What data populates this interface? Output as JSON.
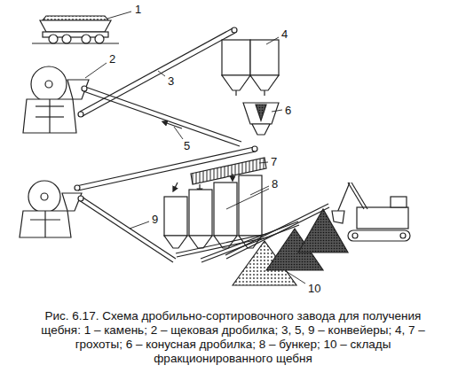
{
  "diagram": {
    "caption": "Рис. 6.17. Схема дробильно-сортировочного завода для получения щебня: 1 – камень; 2 – щековая дробилка; 3, 5, 9 – конвейеры; 4, 7 – грохоты; 6 – конусная дробилка; 8 – бункер; 10 – склады фракционированного щебня",
    "labels": [
      "1",
      "2",
      "3",
      "4",
      "5",
      "6",
      "7",
      "8",
      "9",
      "10"
    ]
  }
}
